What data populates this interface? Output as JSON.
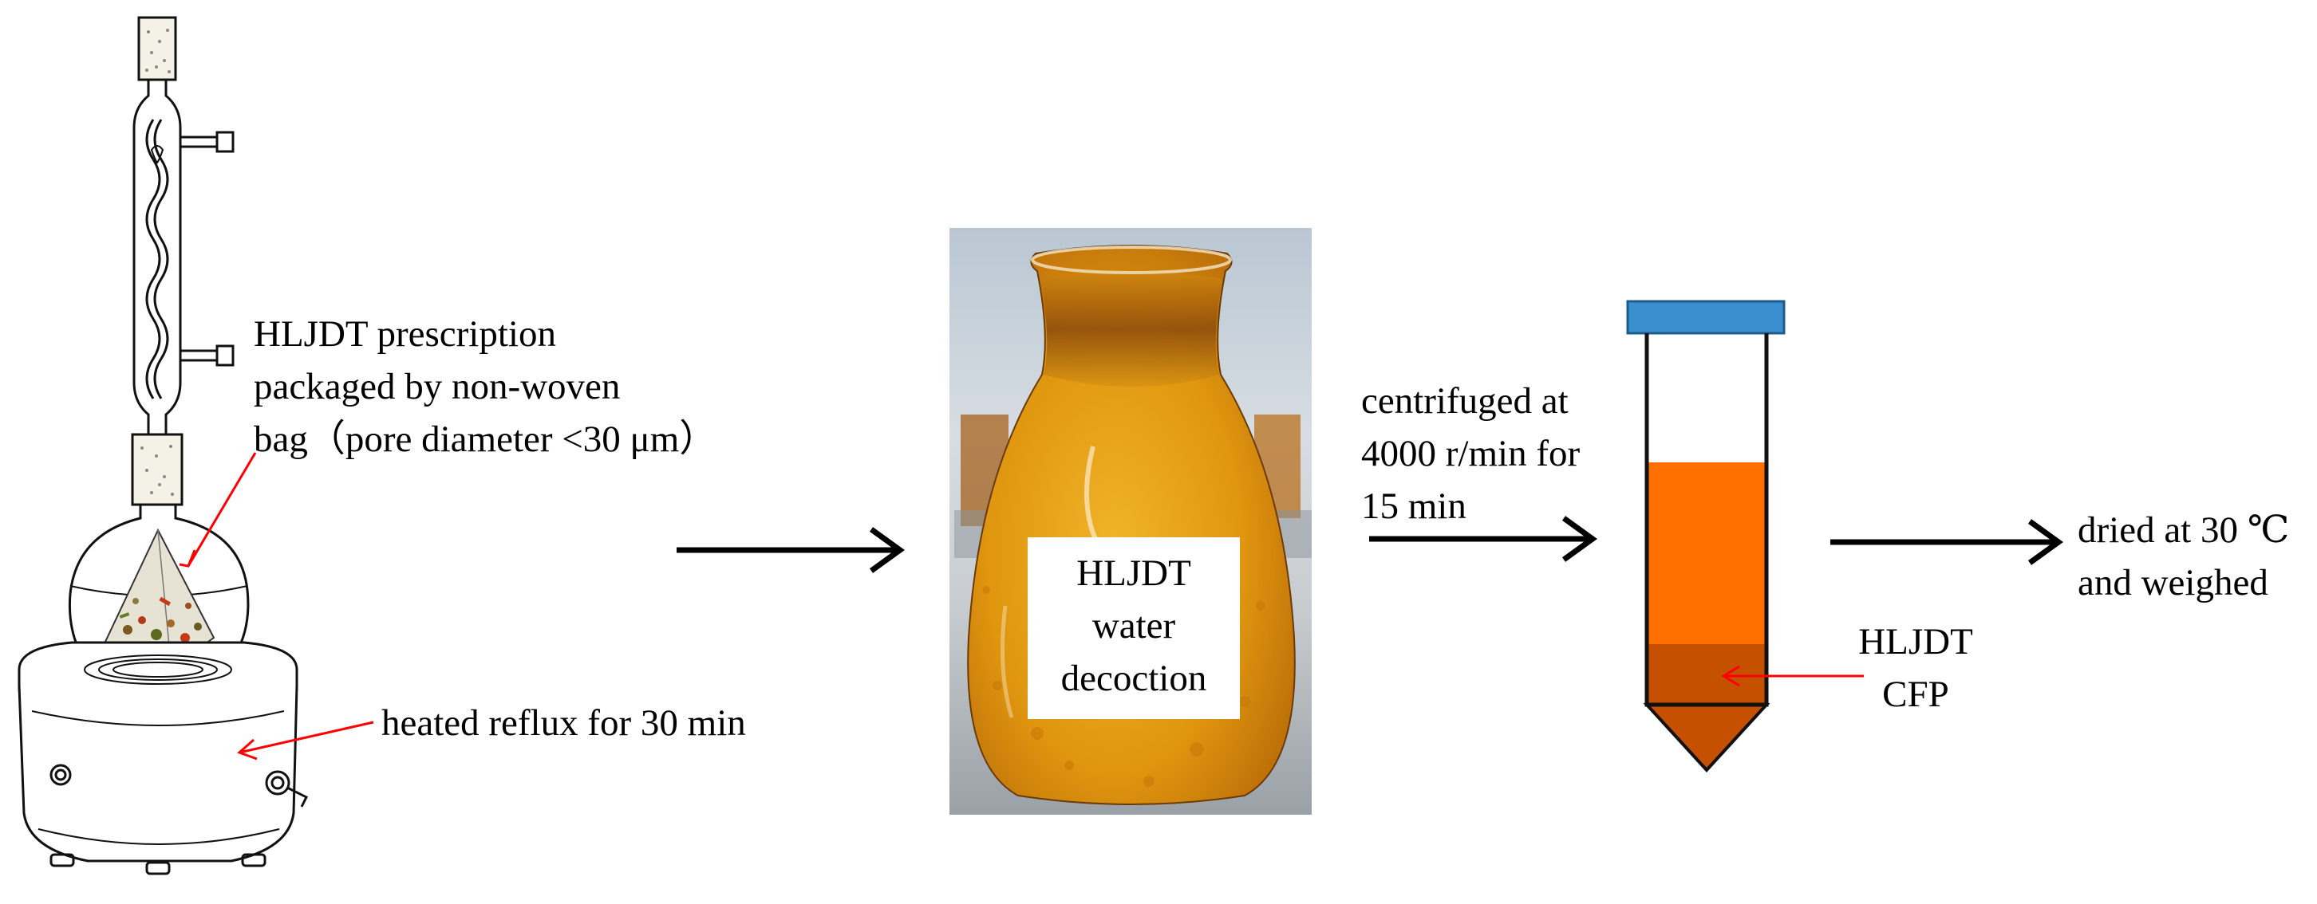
{
  "colors": {
    "arrow_black": "#000000",
    "pointer_red": "#ff0000",
    "tube_cap": "#3c8fcf",
    "supernatant_orange": "#ff7000",
    "precipitate_brown": "#c55000",
    "decoction_amber": "#e29a16",
    "glass_outline": "#111111"
  },
  "icons": {
    "reflux_apparatus": "reflux-condenser-flask-heater",
    "decoction_photo": "erlenmeyer-flask-with-decoction",
    "centrifuge_tube": "centrifuge-tube"
  },
  "step1": {
    "prescription_label": {
      "line1": "HLJDT prescription",
      "line2": "packaged by non-woven",
      "line3": "bag（pore diameter <30 μm）"
    },
    "heating_label": "heated reflux for 30 min"
  },
  "step2": {
    "flask_label": {
      "line1": "HLJDT",
      "line2": "water",
      "line3": "decoction"
    }
  },
  "step3": {
    "centrifuge_label": {
      "line1": "centrifuged at",
      "line2": "4000 r/min for",
      "line3": "15 min"
    },
    "pellet_label": {
      "line1": "HLJDT",
      "line2": "CFP"
    }
  },
  "step4": {
    "drying_label": {
      "line1": "dried at 30 ℃",
      "line2": "and weighed"
    }
  }
}
